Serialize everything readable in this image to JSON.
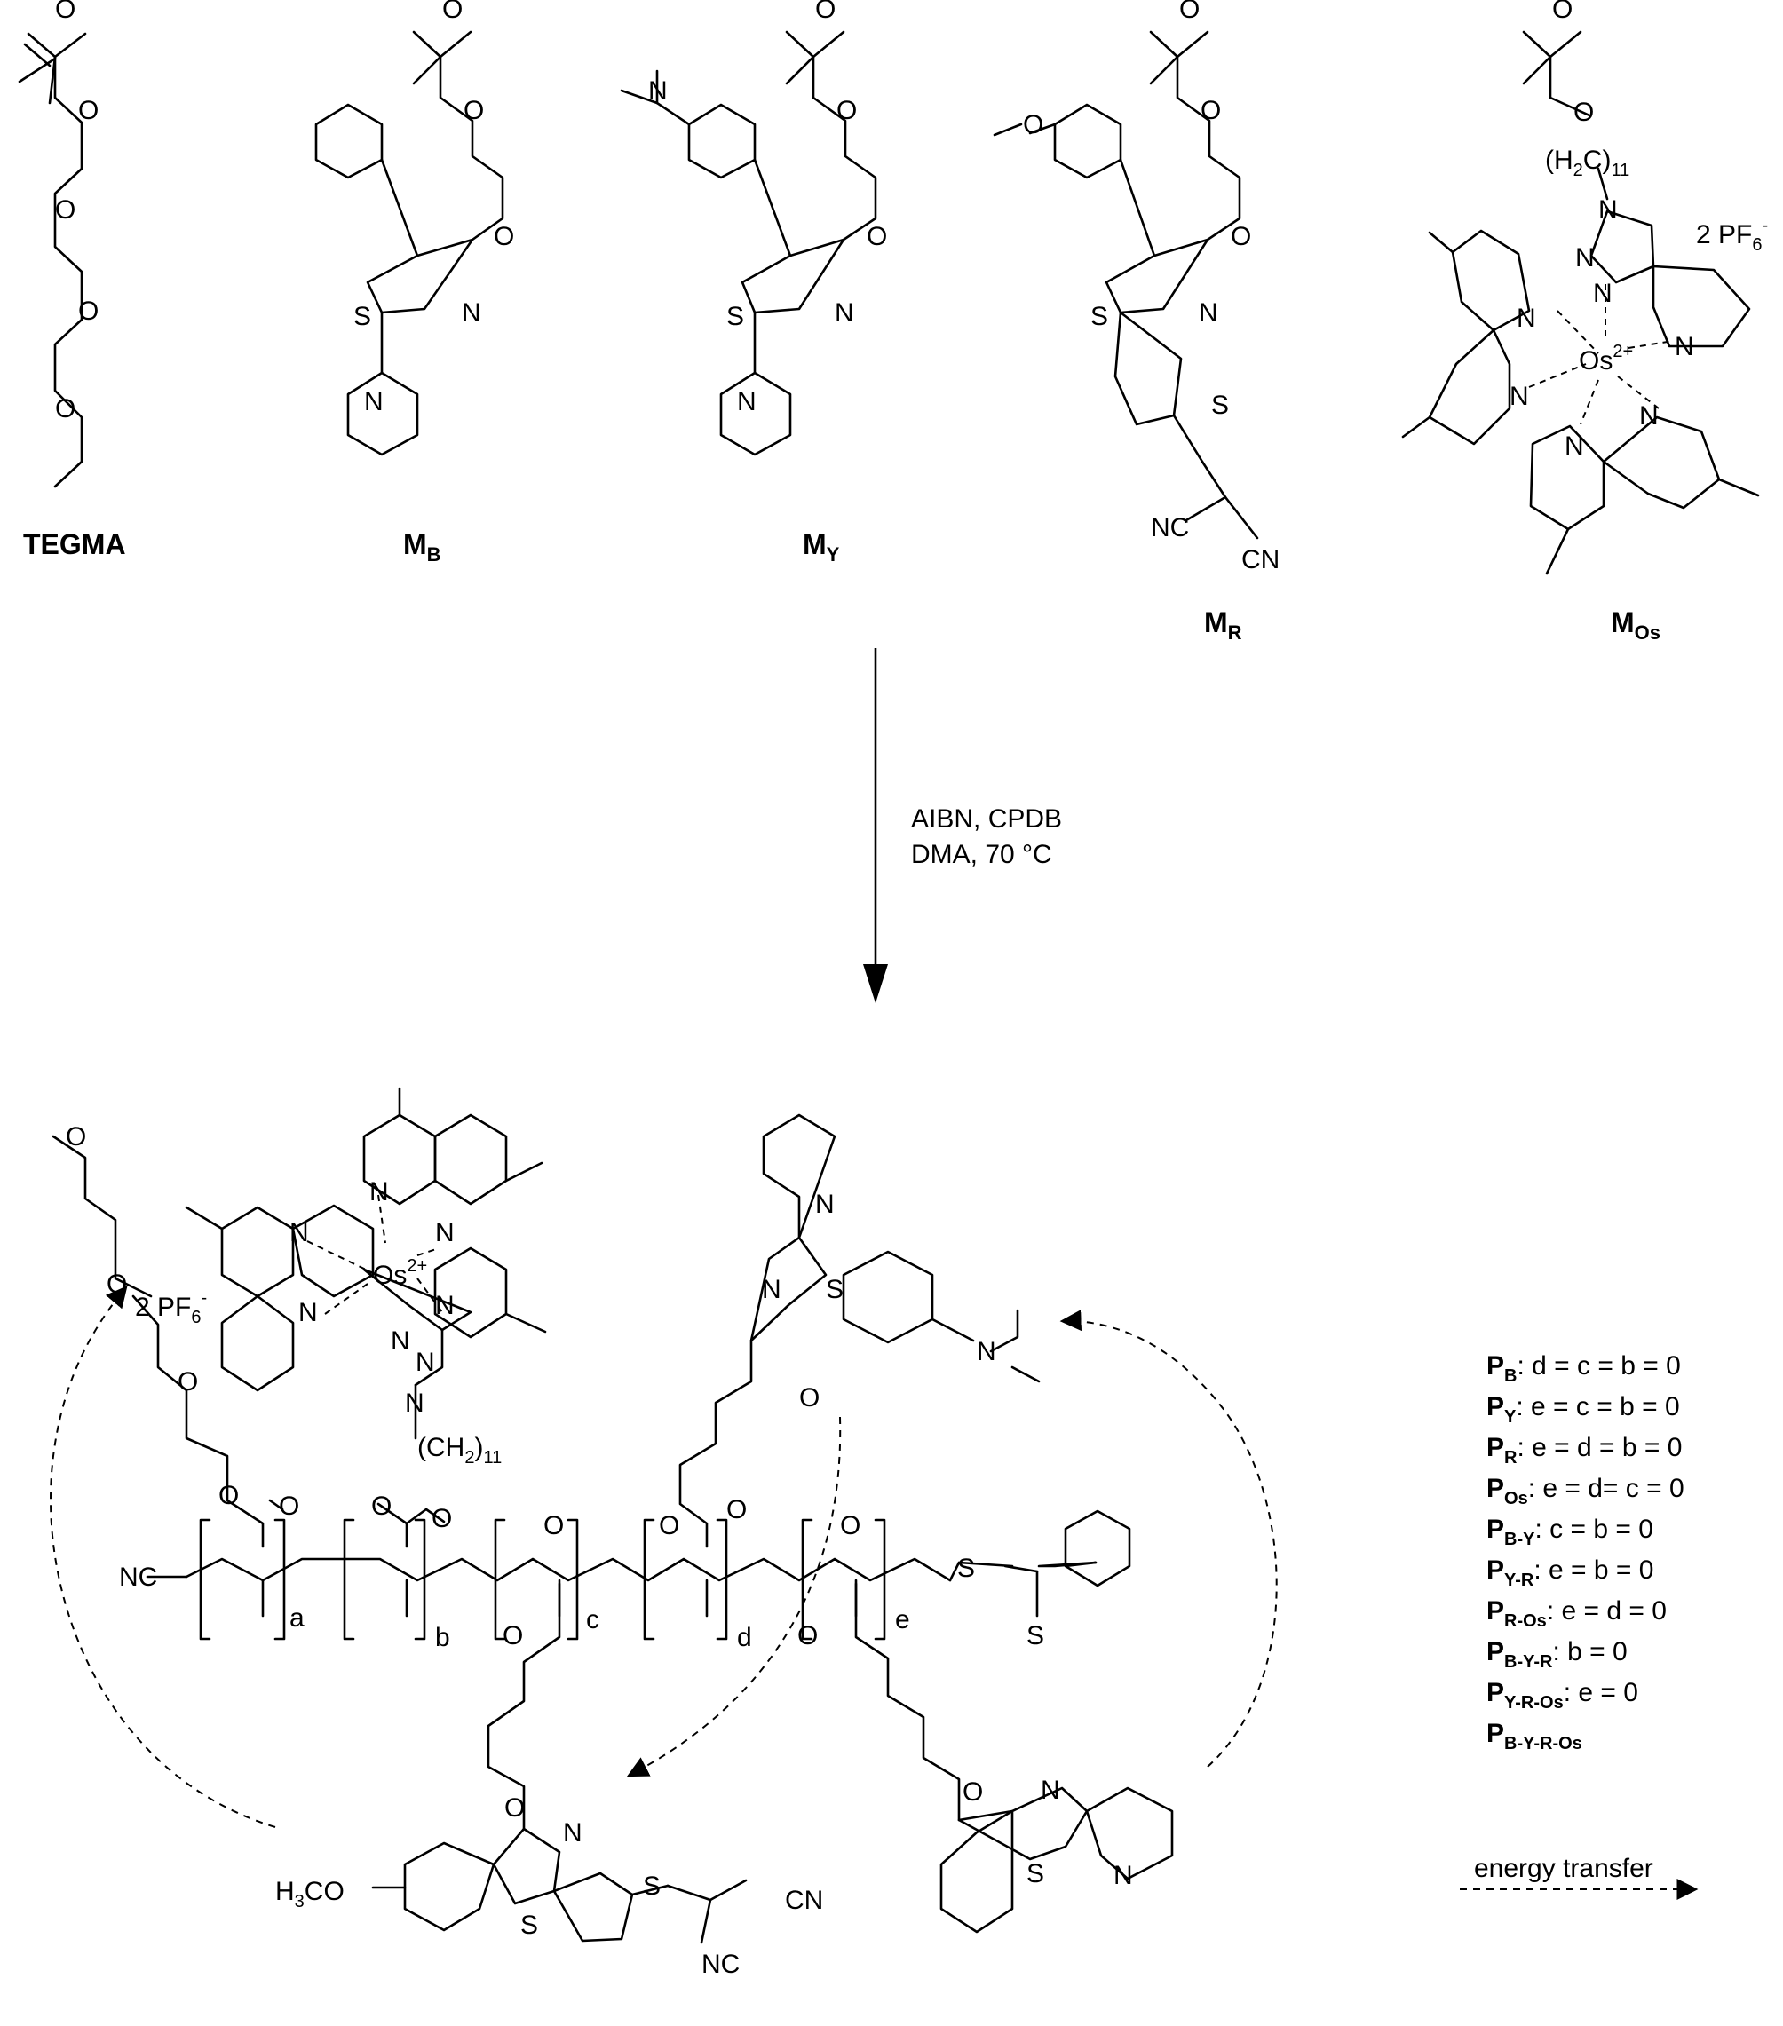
{
  "monomers": [
    {
      "id": "tegma",
      "label": "TEGMA",
      "sub": ""
    },
    {
      "id": "mb",
      "label": "M",
      "sub": "B"
    },
    {
      "id": "my",
      "label": "M",
      "sub": "Y"
    },
    {
      "id": "mr",
      "label": "M",
      "sub": "R"
    },
    {
      "id": "mos",
      "label": "M",
      "sub": "Os"
    }
  ],
  "atoms": {
    "O": "O",
    "N": "N",
    "S": "S",
    "Os": "Os",
    "charge": "2+",
    "nc": "NC",
    "cn": "CN",
    "h2c": "(H",
    "h2c_sub": "2",
    "h2c_end": "C)",
    "h2c_n": "11",
    "ch2": "(CH",
    "ch2_sub": "2",
    "ch2_end": ")",
    "pf6": "2 PF",
    "pf6_sub": "6",
    "pf6_sup": "-",
    "h3co": "H",
    "h3co_sub": "3",
    "h3co_end": "CO"
  },
  "reaction": {
    "line1": "AIBN, CPDB",
    "line2": "DMA, 70 °C"
  },
  "polymer": {
    "indices": [
      "a",
      "b",
      "c",
      "d",
      "e"
    ]
  },
  "legend": [
    {
      "p": "P",
      "sub": "B",
      "rest": ": d = c = b = 0"
    },
    {
      "p": "P",
      "sub": "Y",
      "rest": ": e = c = b = 0"
    },
    {
      "p": "P",
      "sub": "R",
      "rest": ": e = d = b = 0"
    },
    {
      "p": "P",
      "sub": "Os",
      "rest": ": e = d= c = 0"
    },
    {
      "p": "P",
      "sub": "B-Y",
      "rest": ": c = b = 0"
    },
    {
      "p": "P",
      "sub": "Y-R",
      "rest": ": e = b = 0"
    },
    {
      "p": "P",
      "sub": "R-Os",
      "rest": ": e = d = 0"
    },
    {
      "p": "P",
      "sub": "B-Y-R",
      "rest": ": b = 0"
    },
    {
      "p": "P",
      "sub": "Y-R-Os",
      "rest": ": e = 0"
    },
    {
      "p": "P",
      "sub": "B-Y-R-Os",
      "rest": ""
    }
  ],
  "energy_transfer": "energy transfer"
}
